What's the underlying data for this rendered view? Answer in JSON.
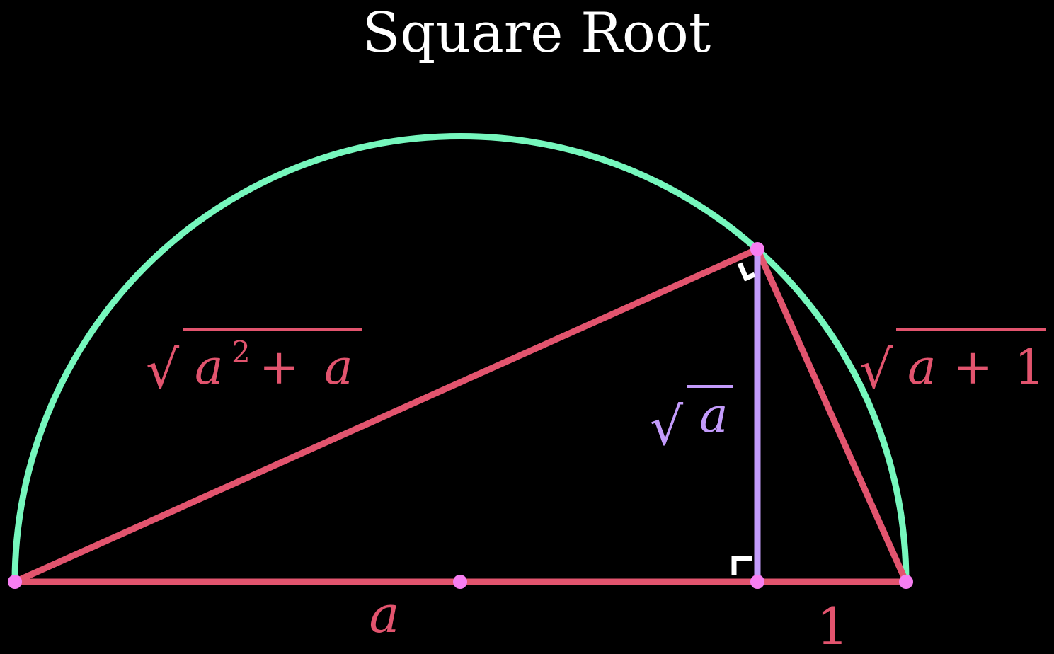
{
  "title": "Square Root",
  "colors": {
    "background": "#000000",
    "title": "#ffffff",
    "semicircle": "#76f7bd",
    "segments": "#e2546e",
    "altitude": "#c39bfb",
    "points": "#f77ef1",
    "right_angle_marks": "#ffffff"
  },
  "labels": {
    "hypotenuse_left": {
      "radical": "√",
      "var1": "a",
      "exponent": "2",
      "op": "+",
      "var2": "a"
    },
    "hypotenuse_right": {
      "radical": "√",
      "var1": "a",
      "op": "+",
      "num": "1"
    },
    "altitude": {
      "radical": "√",
      "var": "a"
    },
    "base_a": "a",
    "base_one": "1"
  }
}
